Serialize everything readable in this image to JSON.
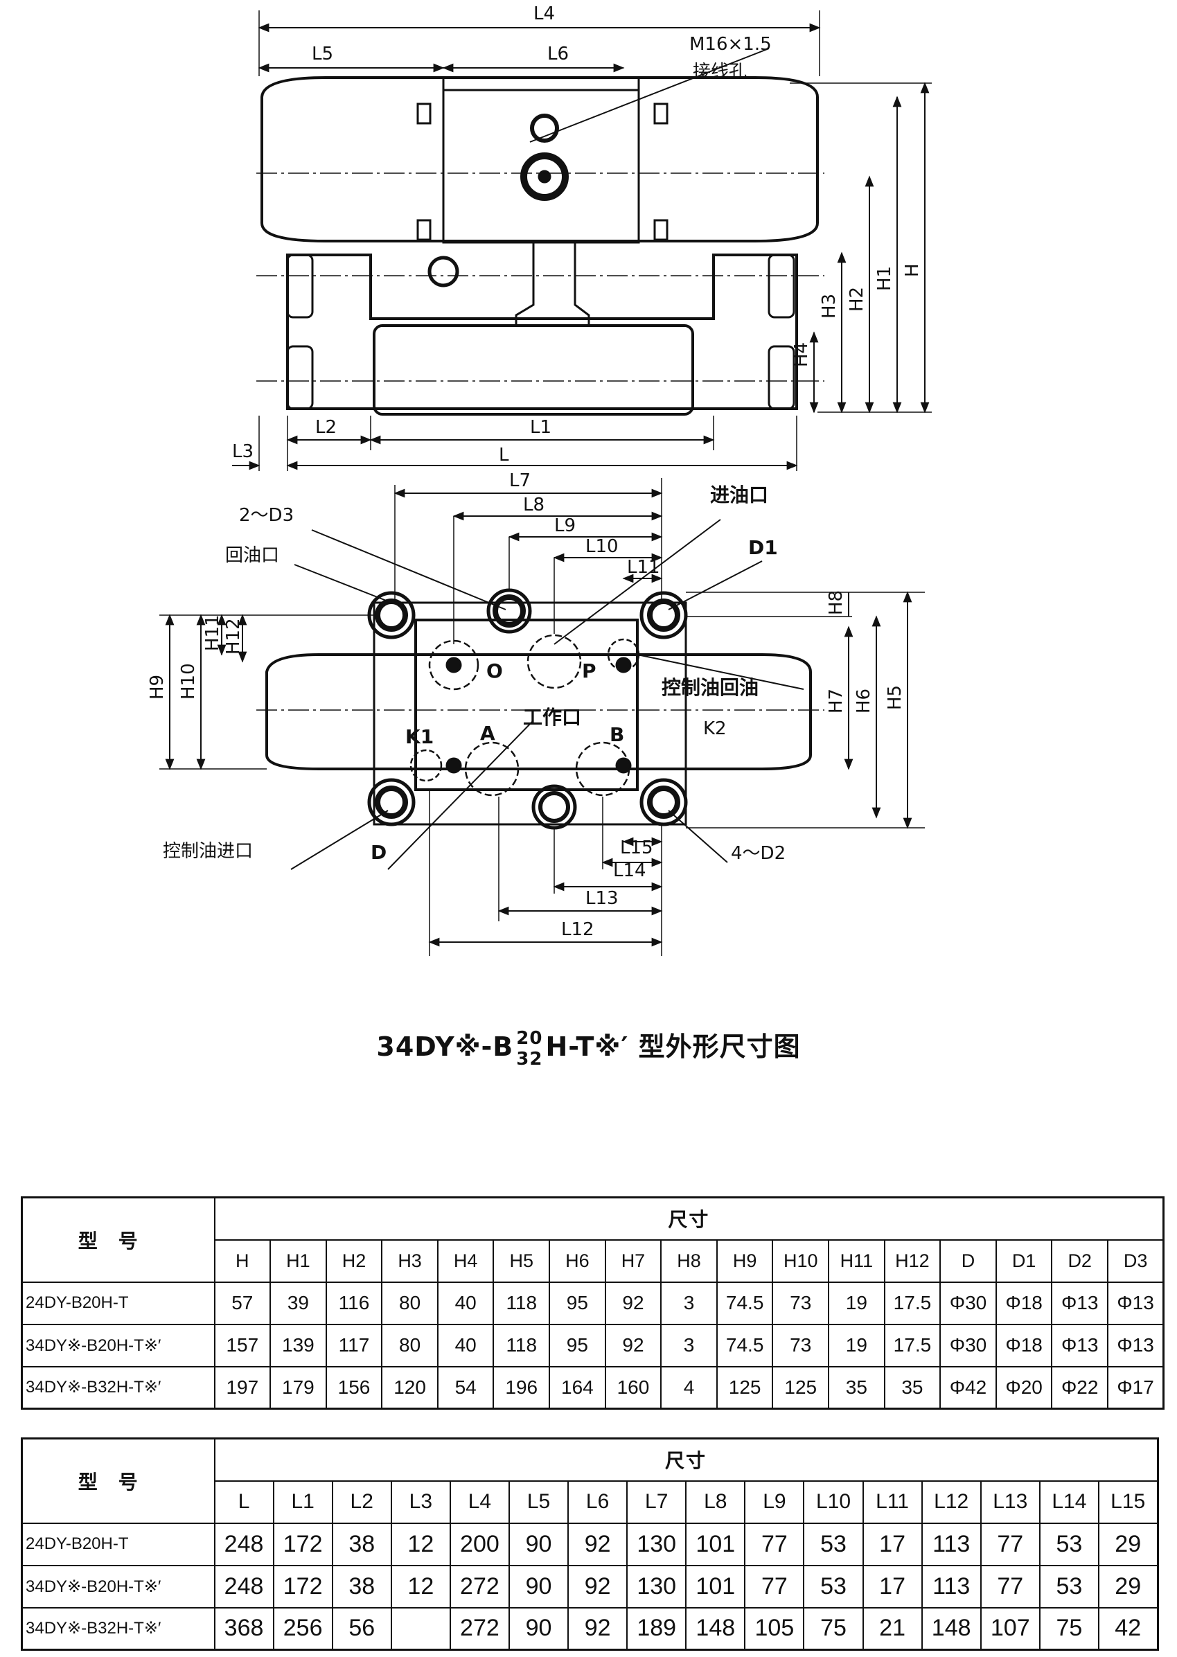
{
  "drawing": {
    "top_labels": {
      "L4": "L4",
      "L5": "L5",
      "L6": "L6",
      "thread": "M16×1.5",
      "wire_hole": "接线孔",
      "H": "H",
      "H1": "H1",
      "H2": "H2",
      "H3": "H3",
      "H4": "H4",
      "L": "L",
      "L1": "L1",
      "L2": "L2",
      "L3": "L3"
    },
    "bottom_labels": {
      "L7": "L7",
      "L8": "L8",
      "L9": "L9",
      "L10": "L10",
      "L11": "L11",
      "L12": "L12",
      "L13": "L13",
      "L14": "L14",
      "L15": "L15",
      "H5": "H5",
      "H6": "H6",
      "H7": "H7",
      "H8": "H8",
      "H9": "H9",
      "H10": "H10",
      "H11": "H11",
      "H12": "H12",
      "D": "D",
      "D1": "D1",
      "two_D3": "2～D3",
      "four_D2": "4～D2",
      "oil_in": "进油口",
      "oil_return": "回油口",
      "ctrl_return": "控制油回油",
      "ctrl_in": "控制油进口",
      "work_port": "工作口",
      "O": "O",
      "P": "P",
      "A": "A",
      "B": "B",
      "K1": "K1",
      "K2": "K2"
    }
  },
  "caption": {
    "prefix": "34DY※-B",
    "frac_top": "20",
    "frac_bottom": "32",
    "suffix": "H-T※′ 型外形尺寸图"
  },
  "table1": {
    "model_header": "型号",
    "dim_header": "尺寸",
    "columns": [
      "H",
      "H1",
      "H2",
      "H3",
      "H4",
      "H5",
      "H6",
      "H7",
      "H8",
      "H9",
      "H10",
      "H11",
      "H12",
      "D",
      "D1",
      "D2",
      "D3"
    ],
    "rows": [
      {
        "model": "24DY-B20H-T",
        "values": [
          "57",
          "39",
          "116",
          "80",
          "40",
          "118",
          "95",
          "92",
          "3",
          "74.5",
          "73",
          "19",
          "17.5",
          "Φ30",
          "Φ18",
          "Φ13",
          "Φ13"
        ]
      },
      {
        "model": "34DY※-B20H-T※′",
        "values": [
          "157",
          "139",
          "117",
          "80",
          "40",
          "118",
          "95",
          "92",
          "3",
          "74.5",
          "73",
          "19",
          "17.5",
          "Φ30",
          "Φ18",
          "Φ13",
          "Φ13"
        ]
      },
      {
        "model": "34DY※-B32H-T※′",
        "values": [
          "197",
          "179",
          "156",
          "120",
          "54",
          "196",
          "164",
          "160",
          "4",
          "125",
          "125",
          "35",
          "35",
          "Φ42",
          "Φ20",
          "Φ22",
          "Φ17"
        ]
      }
    ]
  },
  "table2": {
    "model_header": "型号",
    "dim_header": "尺寸",
    "columns": [
      "L",
      "L1",
      "L2",
      "L3",
      "L4",
      "L5",
      "L6",
      "L7",
      "L8",
      "L9",
      "L10",
      "L11",
      "L12",
      "L13",
      "L14",
      "L15"
    ],
    "rows": [
      {
        "model": "24DY-B20H-T",
        "values": [
          "248",
          "172",
          "38",
          "12",
          "200",
          "90",
          "92",
          "130",
          "101",
          "77",
          "53",
          "17",
          "113",
          "77",
          "53",
          "29"
        ]
      },
      {
        "model": "34DY※-B20H-T※′",
        "values": [
          "248",
          "172",
          "38",
          "12",
          "272",
          "90",
          "92",
          "130",
          "101",
          "77",
          "53",
          "17",
          "113",
          "77",
          "53",
          "29"
        ]
      },
      {
        "model": "34DY※-B32H-T※′",
        "values": [
          "368",
          "256",
          "56",
          "",
          "272",
          "90",
          "92",
          "189",
          "148",
          "105",
          "75",
          "21",
          "148",
          "107",
          "75",
          "42"
        ]
      }
    ]
  }
}
